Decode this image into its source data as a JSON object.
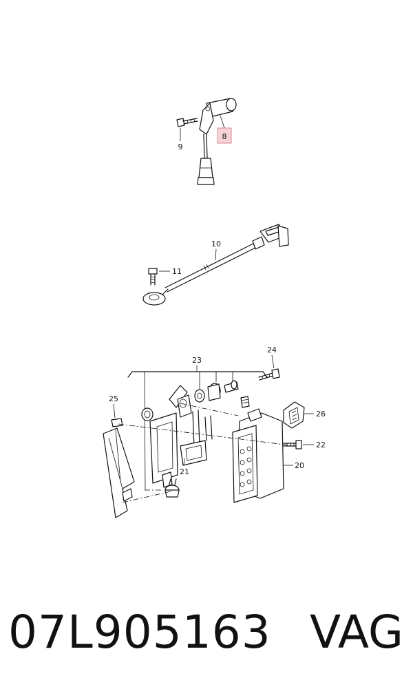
{
  "callouts": {
    "c8": "8",
    "c9": "9",
    "c10": "10",
    "c11": "11",
    "c20": "20",
    "c21": "21",
    "c22": "22",
    "c23": "23",
    "c24": "24",
    "c25": "25",
    "c26": "26"
  },
  "highlight_color": "#f6d2d6",
  "footer": {
    "part_number": "07L905163",
    "brand": "VAG"
  }
}
